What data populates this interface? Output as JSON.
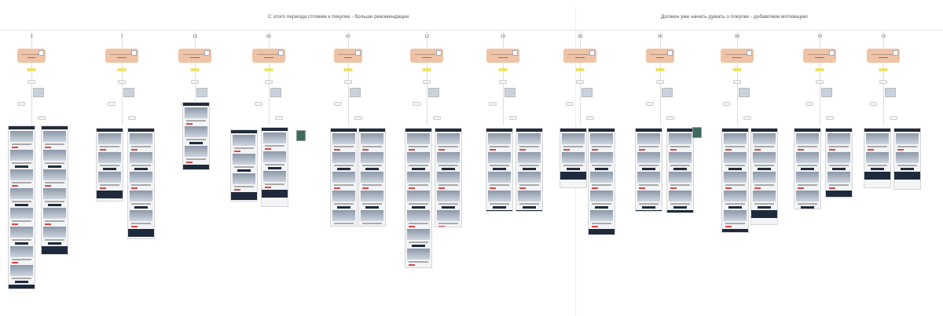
{
  "sections": [
    {
      "title": "С этого периода готовим к покупке - больше рекомендации"
    },
    {
      "title": "Должен уже начать думать о покупке - добавляем мотивацию"
    }
  ],
  "columns": [
    {
      "number": "3"
    },
    {
      "number": "7"
    },
    {
      "number": "13"
    },
    {
      "number": "60"
    },
    {
      "number": "67"
    },
    {
      "number": "12"
    },
    {
      "number": "19"
    },
    {
      "number": "20"
    },
    {
      "number": "90"
    },
    {
      "number": "93"
    },
    {
      "number": "70"
    },
    {
      "number": "73"
    }
  ],
  "colors": {
    "card": "#efc3a6",
    "tag": "#eee36a",
    "email_dark": "#1e2a3c"
  }
}
